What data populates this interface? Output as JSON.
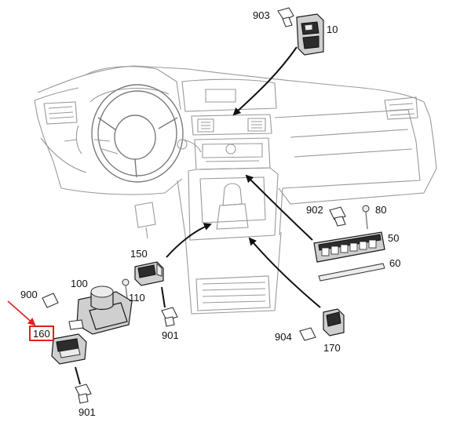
{
  "diagram": {
    "part_labels": {
      "p903": "903",
      "p10": "10",
      "p902": "902",
      "p80": "80",
      "p50": "50",
      "p60": "60",
      "p150": "150",
      "p100": "100",
      "p110": "110",
      "p900": "900",
      "p160": "160",
      "p901a": "901",
      "p901b": "901",
      "p904": "904",
      "p170": "170"
    },
    "highlight": {
      "part": "160",
      "box_color": "#e02020",
      "arrow_color": "#e02020"
    },
    "colors": {
      "line_art": "#9a9a9a",
      "part_fill": "#cfcfcf",
      "leader_line": "#111111"
    }
  }
}
